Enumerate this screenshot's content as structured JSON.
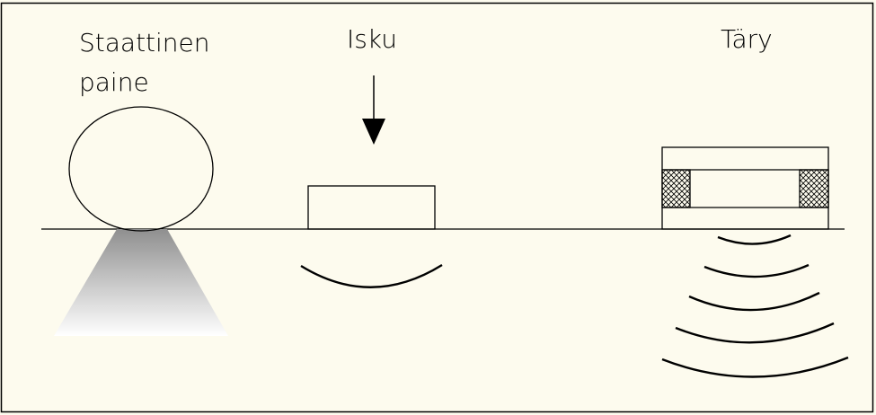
{
  "labels": {
    "static_line1": "Staattinen",
    "static_line2": "paine",
    "impact": "Isku",
    "vibration": "Täry"
  },
  "colors": {
    "background": "#fdfbee",
    "ink": "#000000",
    "cone_top": "#8f8f8f",
    "cone_bottom": "#ffffff"
  }
}
